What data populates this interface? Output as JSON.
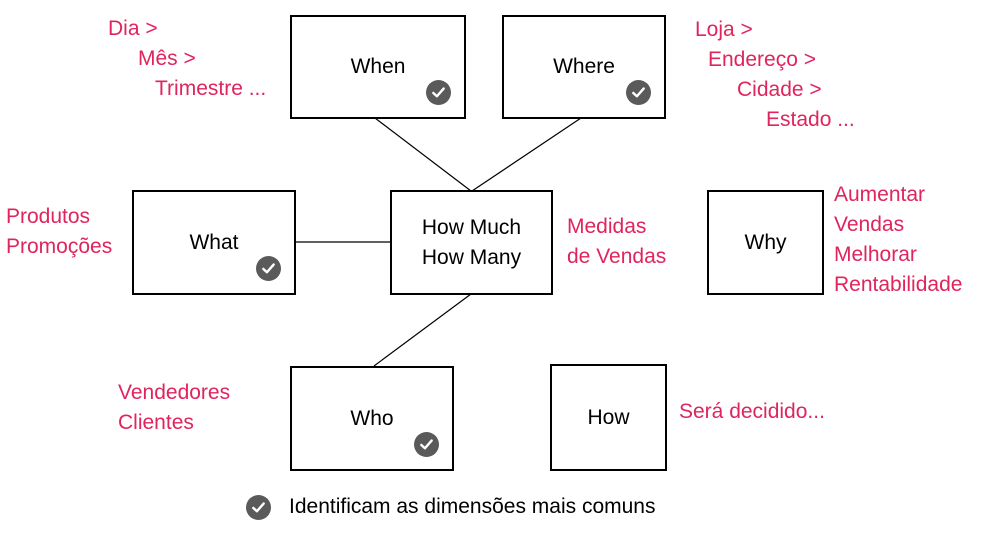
{
  "boxes": {
    "when": {
      "label": "When"
    },
    "where": {
      "label": "Where"
    },
    "what": {
      "label": "What"
    },
    "how_much": {
      "line1": "How Much",
      "line2": "How Many"
    },
    "why": {
      "label": "Why"
    },
    "who": {
      "label": "Who"
    },
    "how": {
      "label": "How"
    }
  },
  "notes": {
    "when": [
      "Dia >",
      "Mês >",
      "Trimestre ..."
    ],
    "where": [
      "Loja >",
      "Endereço >",
      "Cidade >",
      "Estado ..."
    ],
    "what": [
      "Produtos",
      "Promoções"
    ],
    "how_much": [
      "Medidas",
      "de Vendas"
    ],
    "why": [
      "Aumentar",
      "Vendas",
      "Melhorar",
      "Rentabilidade"
    ],
    "who": [
      "Vendedores",
      "Clientes"
    ],
    "how": [
      "Será decidido..."
    ]
  },
  "legend": {
    "icon": "check-circle-icon",
    "text": "Identificam as dimensões mais comuns"
  },
  "colors": {
    "annotation": "#e0245e",
    "check_fill": "#5a5a5a",
    "border": "#000000"
  }
}
